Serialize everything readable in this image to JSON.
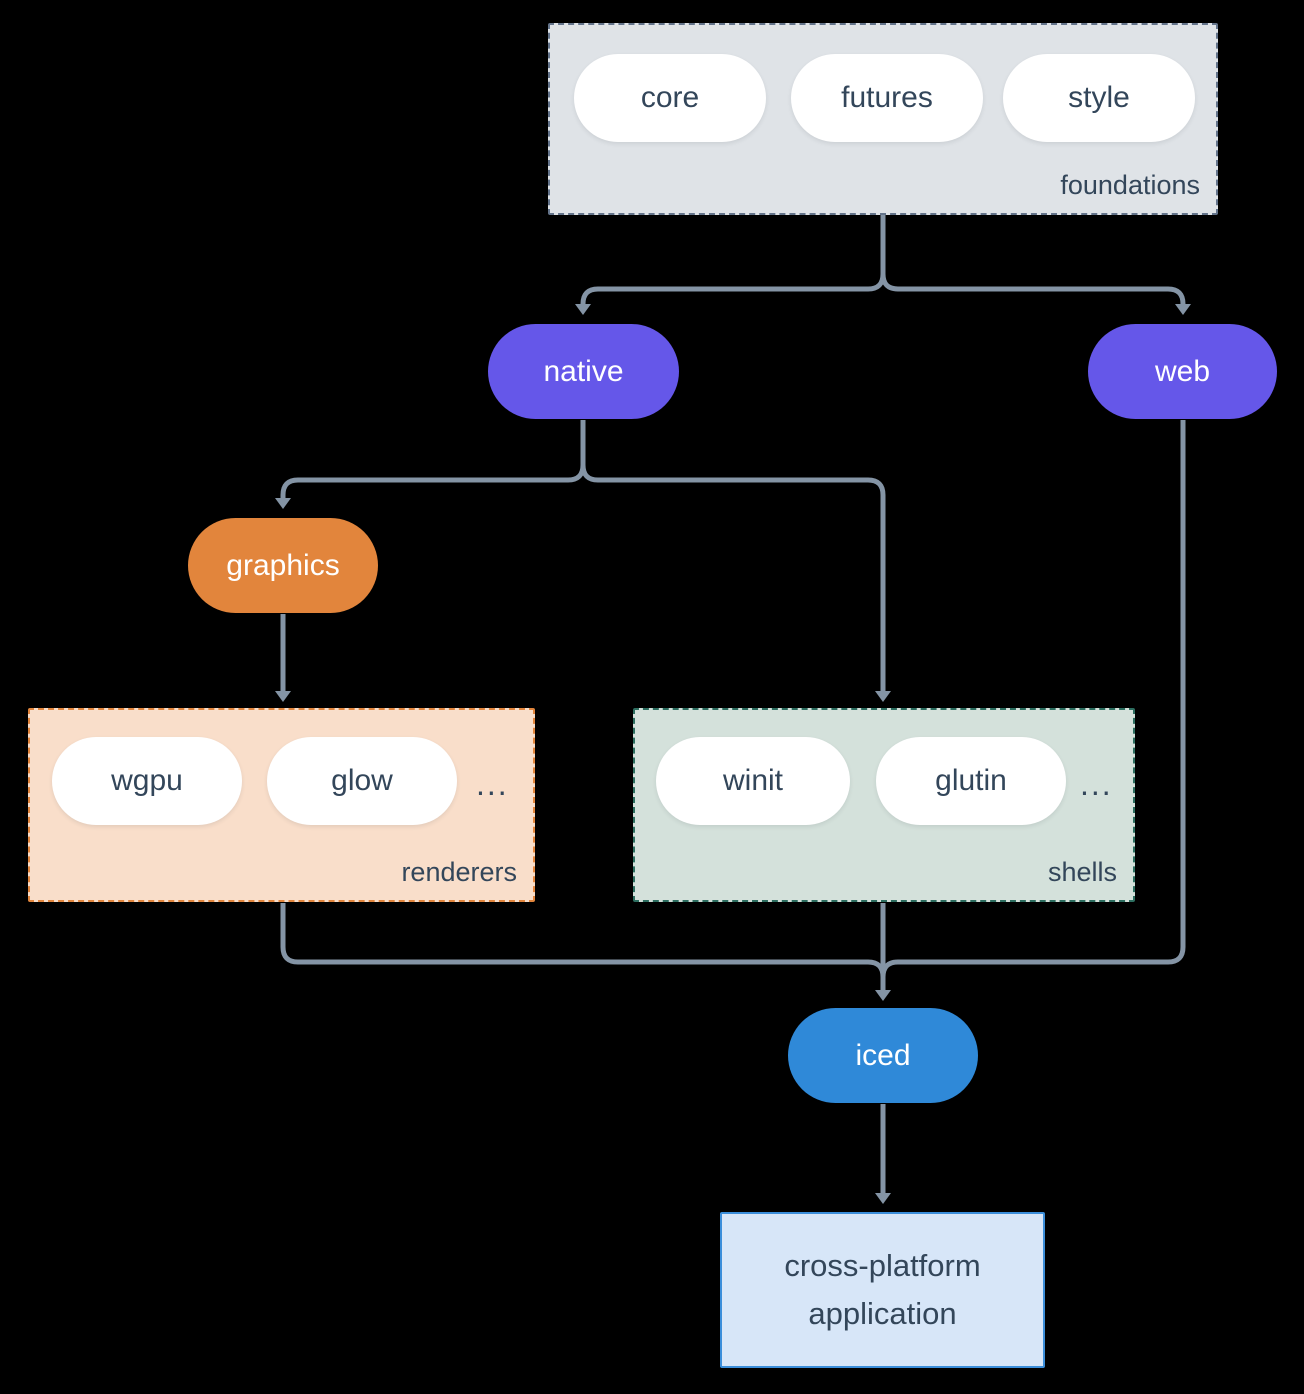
{
  "palette": {
    "background": "#000000",
    "connector_line": "#8494a5",
    "text_dark": "#33465a",
    "node_purple": "#6557e9",
    "node_orange": "#e2853c",
    "node_blue": "#2f89d8",
    "foundations_fill": "#dfe3e7",
    "foundations_border": "#64748b",
    "renderers_fill": "#f9deca",
    "renderers_border": "#e2853c",
    "shells_fill": "#d4e1db",
    "shells_border": "#2d6e60",
    "app_fill": "#d7e6f8",
    "app_border": "#3b8eda"
  },
  "foundations": {
    "label": "foundations",
    "pills": [
      "core",
      "futures",
      "style"
    ]
  },
  "nodes": {
    "native": "native",
    "web": "web",
    "graphics": "graphics",
    "iced": "iced"
  },
  "renderers": {
    "label": "renderers",
    "pills": [
      "wgpu",
      "glow"
    ],
    "ellipsis": "..."
  },
  "shells": {
    "label": "shells",
    "pills": [
      "winit",
      "glutin"
    ],
    "ellipsis": "..."
  },
  "app": {
    "line1": "cross-platform",
    "line2": "application"
  }
}
